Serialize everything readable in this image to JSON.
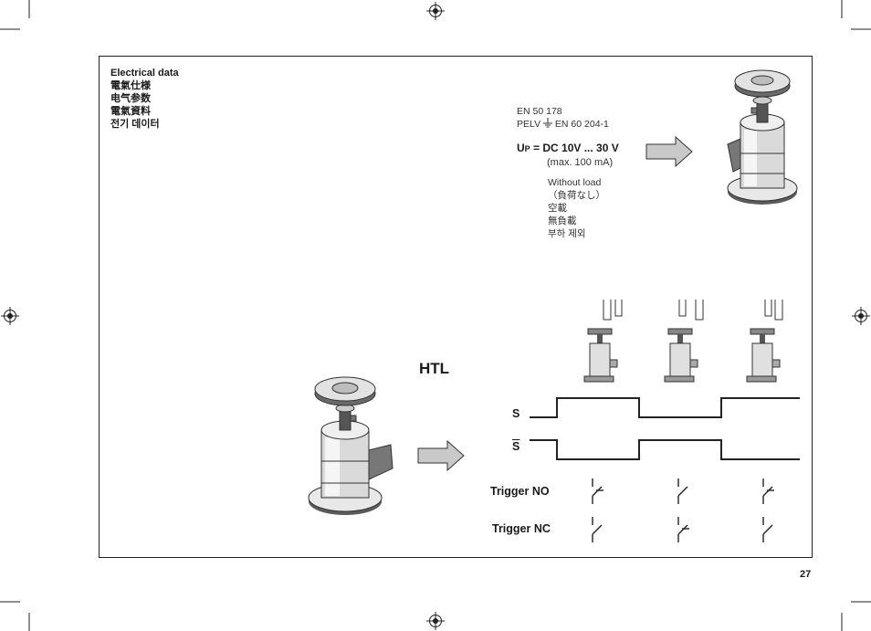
{
  "titles": [
    "Electrical data",
    "電氣仕様",
    "电气参数",
    "電氣資料",
    "전기 데이터"
  ],
  "standards": {
    "line1": "EN 50 178",
    "line2_prefix": "PELV",
    "line2_suffix": "EN 60 204-1"
  },
  "supply": {
    "symbol_main": "U",
    "symbol_sub": "P",
    "value": "= DC 10V ... 30 V",
    "current": "(max. 100 mA)"
  },
  "without_load": [
    "Without load",
    "（負荷なし）",
    "空載",
    "無負載",
    "부하 제외"
  ],
  "signal": {
    "heading": "HTL",
    "label_s": "S",
    "label_s_bar": "S",
    "trigger_no": "Trigger NO",
    "trigger_nc": "Trigger NC"
  },
  "page_number": "27"
}
